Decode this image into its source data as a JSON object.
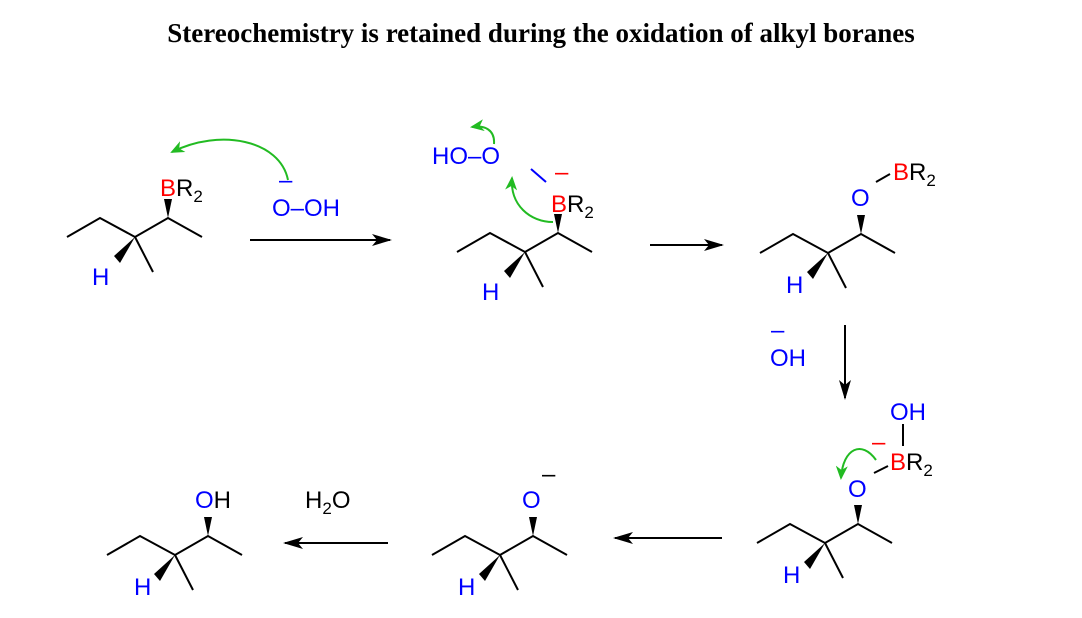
{
  "title": "Stereochemistry is retained during the oxidation of alkyl boranes",
  "colors": {
    "heteroatom": "#0000ff",
    "boron": "#ff0000",
    "arrow_push": "#22bb22",
    "bond": "#000000"
  },
  "labels": {
    "H": "H",
    "B": "B",
    "R": "R",
    "two": "2",
    "O": "O",
    "OH": "OH",
    "minus": "–",
    "hydroperoxide": "O–OH",
    "ho_o": "HO–O",
    "hydroxide": "OH",
    "water_H": "H",
    "water_O": "O"
  }
}
